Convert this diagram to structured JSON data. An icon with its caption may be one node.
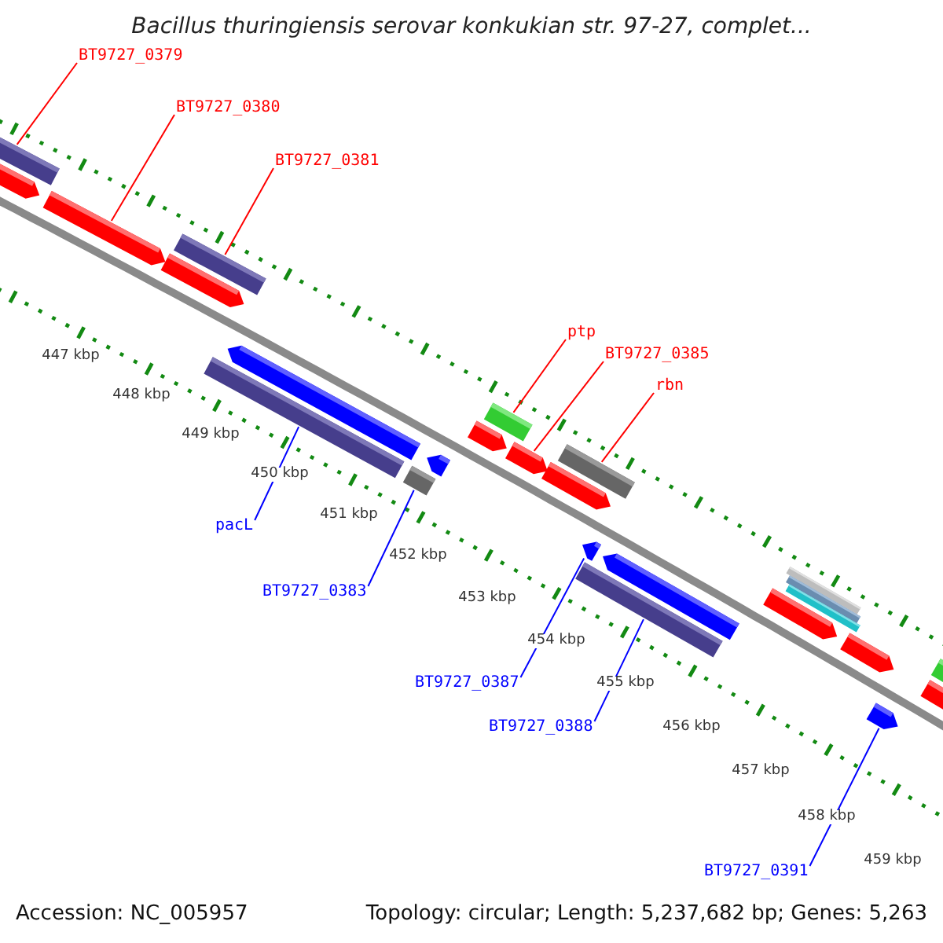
{
  "diagram": {
    "title": "Bacillus thuringiensis serovar konkukian str. 97-27, complet...",
    "nodes": [
      {
        "text": [
          "BT9727_0379"
        ]
      },
      {
        "text": [
          "BT9727_0380"
        ]
      },
      {
        "text": [
          "BT9727_0381"
        ]
      },
      {
        "text": [
          "ptp"
        ]
      },
      {
        "text": [
          "BT9727_0385"
        ]
      },
      {
        "text": [
          "rbn"
        ]
      },
      {
        "text": [
          "pacL"
        ]
      },
      {
        "text": [
          "BT9727_0383"
        ]
      },
      {
        "text": [
          "BT9727_0387"
        ]
      },
      {
        "text": [
          "BT9727_0388"
        ]
      },
      {
        "text": [
          "BT9727_0391"
        ]
      },
      {
        "text": [],
        "shape": "bar"
      },
      {
        "text": [],
        "shape": "bar"
      },
      {
        "text": [],
        "shape": "bar"
      },
      {
        "text": [],
        "shape": "bar"
      },
      {
        "text": [],
        "shape": "bar"
      },
      {
        "text": [],
        "shape": "bar"
      },
      {
        "text": [],
        "shape": "bar"
      },
      {
        "text": [],
        "shape": "bar"
      },
      {
        "text": [],
        "shape": "bar"
      },
      {
        "text": [],
        "shape": "bar"
      },
      {
        "text": [],
        "shape": "bar"
      },
      {
        "text": [],
        "shape": "bar"
      },
      {
        "text": [],
        "shape": "bar"
      },
      {
        "text": [],
        "shape": "bar"
      },
      {
        "text": [],
        "shape": "bar"
      },
      {
        "text": [],
        "shape": "bar"
      },
      {
        "text": [],
        "shape": "bar"
      },
      {
        "text": [],
        "shape": "bar"
      },
      {
        "text": [],
        "shape": "bar"
      },
      {
        "text": [],
        "shape": "bar"
      },
      {
        "text": [],
        "shape": "bar"
      },
      {
        "text": [],
        "shape": "bar"
      },
      {
        "text": [],
        "shape": "bar"
      },
      {
        "text": [],
        "shape": "bar"
      },
      {
        "text": [],
        "shape": "bar"
      }
    ],
    "edges": [
      {
        "from": 0,
        "to": 11,
        "arrow": "none"
      },
      {
        "from": 1,
        "to": 13,
        "arrow": "none"
      },
      {
        "from": 2,
        "to": 15,
        "arrow": "none"
      },
      {
        "from": 3,
        "to": 21,
        "arrow": "none"
      },
      {
        "from": 4,
        "to": 22,
        "arrow": "none"
      },
      {
        "from": 5,
        "to": 24,
        "arrow": "none"
      },
      {
        "from": 6,
        "to": 16,
        "arrow": "none",
        "color": "#0000ff"
      },
      {
        "from": 7,
        "to": 18,
        "arrow": "none",
        "color": "#0000ff"
      },
      {
        "from": 8,
        "to": 26,
        "arrow": "none",
        "color": "#0000ff"
      },
      {
        "from": 9,
        "to": 25,
        "arrow": "none",
        "color": "#0000ff"
      },
      {
        "from": 10,
        "to": 33,
        "arrow": "none",
        "color": "#0000ff"
      }
    ],
    "labels": [
      "447 kbp",
      "448 kbp",
      "449 kbp",
      "450 kbp",
      "451 kbp",
      "452 kbp",
      "453 kbp",
      "454 kbp",
      "455 kbp",
      "456 kbp",
      "457 kbp",
      "458 kbp",
      "459 kbp",
      "Accession: NC_005957",
      "Topology: circular; Length: 5,237,682 bp; Genes: 5,263"
    ]
  }
}
